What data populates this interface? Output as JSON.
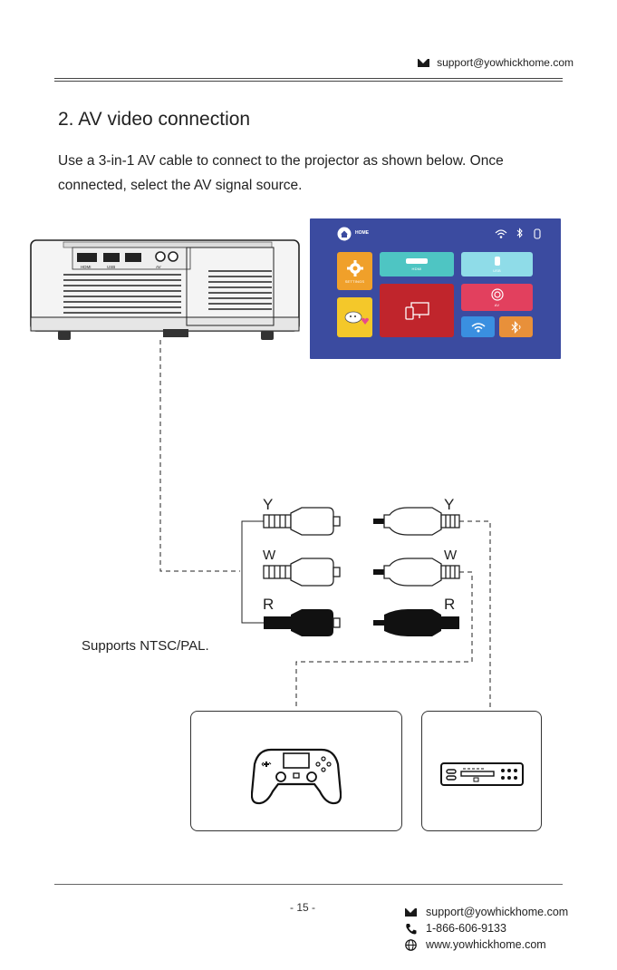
{
  "header": {
    "email": "support@yowhickhome.com"
  },
  "section": {
    "title": "2. AV video connection",
    "intro": "Use a 3-in-1 AV cable to connect to the projector as shown below. Once connected, select the AV signal source."
  },
  "projector_ports": [
    "HDMI",
    "USB",
    "AV"
  ],
  "screen": {
    "home_label": "HOME",
    "tiles": {
      "settings": "SETTINGS",
      "hdmi": "HDMI",
      "usb": "USB",
      "av": "AV"
    }
  },
  "cable": {
    "labels_left": [
      "Y",
      "W",
      "R"
    ],
    "labels_right": [
      "Y",
      "W",
      "R"
    ]
  },
  "note": "Supports NTSC/PAL.",
  "footer": {
    "page": "- 15 -",
    "email": "support@yowhickhome.com",
    "phone": "1-866-606-9133",
    "website": "www.yowhickhome.com"
  }
}
